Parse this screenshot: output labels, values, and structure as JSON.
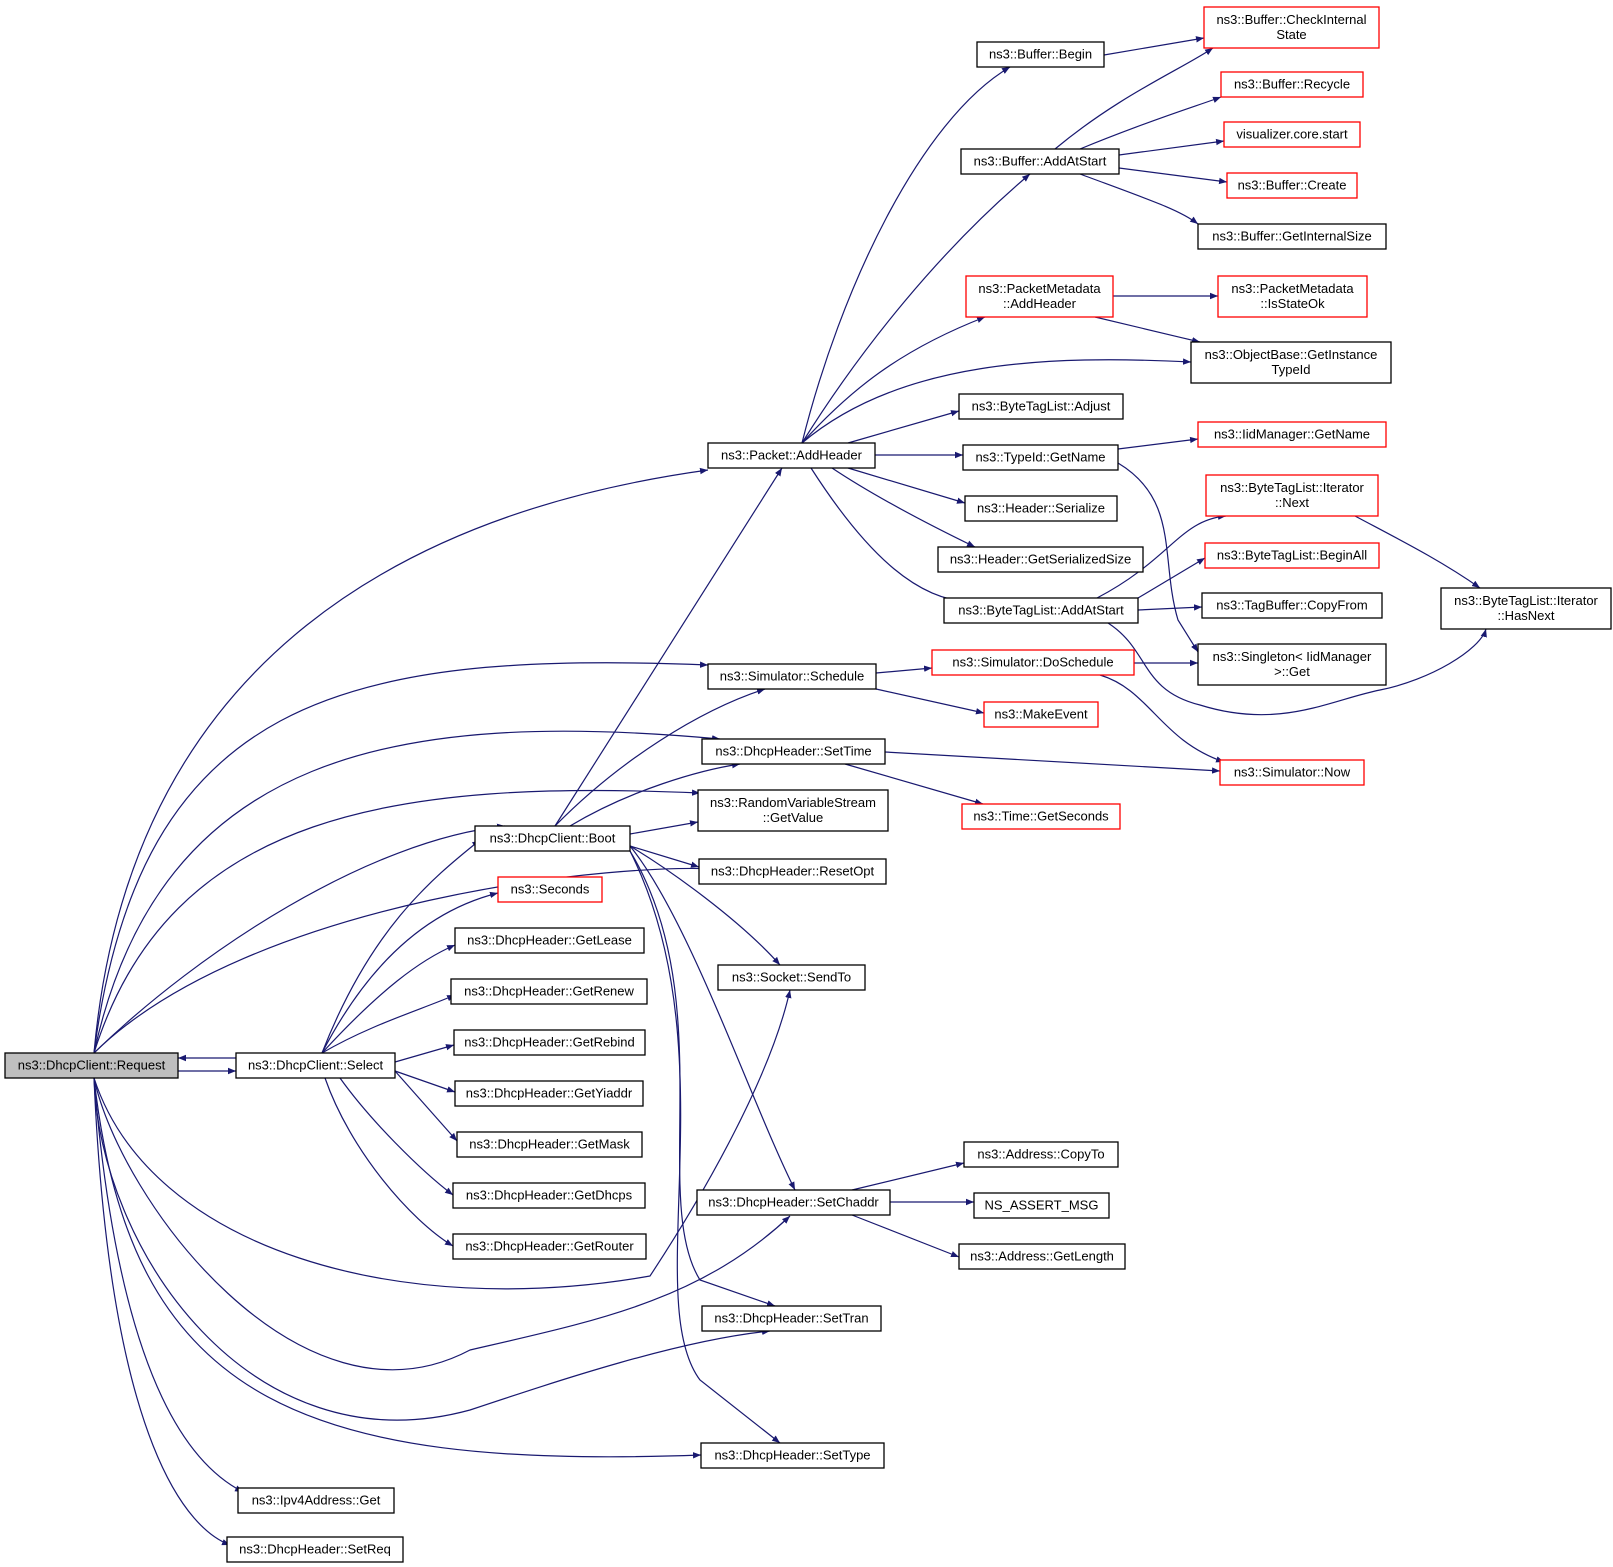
{
  "colors": {
    "edge": "#191970",
    "node_border": "#000000",
    "node_border_red": "#ff0000",
    "root_fill": "#bfbfbf",
    "node_fill": "#ffffff"
  },
  "nodes": [
    {
      "id": "request",
      "lines": [
        "ns3::DhcpClient::Request"
      ],
      "border": "black",
      "root": true
    },
    {
      "id": "select",
      "lines": [
        "ns3::DhcpClient::Select"
      ],
      "border": "black"
    },
    {
      "id": "ipv4get",
      "lines": [
        "ns3::Ipv4Address::Get"
      ],
      "border": "black"
    },
    {
      "id": "setreq",
      "lines": [
        "ns3::DhcpHeader::SetReq"
      ],
      "border": "black"
    },
    {
      "id": "boot",
      "lines": [
        "ns3::DhcpClient::Boot"
      ],
      "border": "black"
    },
    {
      "id": "seconds",
      "lines": [
        "ns3::Seconds"
      ],
      "border": "red"
    },
    {
      "id": "getlease",
      "lines": [
        "ns3::DhcpHeader::GetLease"
      ],
      "border": "black"
    },
    {
      "id": "getrenew",
      "lines": [
        "ns3::DhcpHeader::GetRenew"
      ],
      "border": "black"
    },
    {
      "id": "getrebind",
      "lines": [
        "ns3::DhcpHeader::GetRebind"
      ],
      "border": "black"
    },
    {
      "id": "getyiaddr",
      "lines": [
        "ns3::DhcpHeader::GetYiaddr"
      ],
      "border": "black"
    },
    {
      "id": "getmask",
      "lines": [
        "ns3::DhcpHeader::GetMask"
      ],
      "border": "black"
    },
    {
      "id": "getdhcps",
      "lines": [
        "ns3::DhcpHeader::GetDhcps"
      ],
      "border": "black"
    },
    {
      "id": "getrouter",
      "lines": [
        "ns3::DhcpHeader::GetRouter"
      ],
      "border": "black"
    },
    {
      "id": "addheader",
      "lines": [
        "ns3::Packet::AddHeader"
      ],
      "border": "black"
    },
    {
      "id": "schedule",
      "lines": [
        "ns3::Simulator::Schedule"
      ],
      "border": "black"
    },
    {
      "id": "settime",
      "lines": [
        "ns3::DhcpHeader::SetTime"
      ],
      "border": "black"
    },
    {
      "id": "getvalue",
      "lines": [
        "ns3::RandomVariableStream",
        "::GetValue"
      ],
      "border": "black"
    },
    {
      "id": "resetopt",
      "lines": [
        "ns3::DhcpHeader::ResetOpt"
      ],
      "border": "black"
    },
    {
      "id": "sendto",
      "lines": [
        "ns3::Socket::SendTo"
      ],
      "border": "black"
    },
    {
      "id": "setchaddr",
      "lines": [
        "ns3::DhcpHeader::SetChaddr"
      ],
      "border": "black"
    },
    {
      "id": "settran",
      "lines": [
        "ns3::DhcpHeader::SetTran"
      ],
      "border": "black"
    },
    {
      "id": "settype",
      "lines": [
        "ns3::DhcpHeader::SetType"
      ],
      "border": "black"
    },
    {
      "id": "bufbegin",
      "lines": [
        "ns3::Buffer::Begin"
      ],
      "border": "black"
    },
    {
      "id": "addatstart",
      "lines": [
        "ns3::Buffer::AddAtStart"
      ],
      "border": "black"
    },
    {
      "id": "pmaddheader",
      "lines": [
        "ns3::PacketMetadata",
        "::AddHeader"
      ],
      "border": "red"
    },
    {
      "id": "btladjust",
      "lines": [
        "ns3::ByteTagList::Adjust"
      ],
      "border": "black"
    },
    {
      "id": "typeidgetname",
      "lines": [
        "ns3::TypeId::GetName"
      ],
      "border": "black"
    },
    {
      "id": "hdrserialize",
      "lines": [
        "ns3::Header::Serialize"
      ],
      "border": "black"
    },
    {
      "id": "hdrgetsize",
      "lines": [
        "ns3::Header::GetSerializedSize"
      ],
      "border": "black"
    },
    {
      "id": "btladdatstart",
      "lines": [
        "ns3::ByteTagList::AddAtStart"
      ],
      "border": "black"
    },
    {
      "id": "doschedule",
      "lines": [
        "ns3::Simulator::DoSchedule"
      ],
      "border": "red"
    },
    {
      "id": "makeevent",
      "lines": [
        "ns3::MakeEvent"
      ],
      "border": "red"
    },
    {
      "id": "getseconds",
      "lines": [
        "ns3::Time::GetSeconds"
      ],
      "border": "red"
    },
    {
      "id": "copyto",
      "lines": [
        "ns3::Address::CopyTo"
      ],
      "border": "black"
    },
    {
      "id": "nsassert",
      "lines": [
        "NS_ASSERT_MSG"
      ],
      "border": "black"
    },
    {
      "id": "getlength",
      "lines": [
        "ns3::Address::GetLength"
      ],
      "border": "black"
    },
    {
      "id": "checkinternal",
      "lines": [
        "ns3::Buffer::CheckInternal",
        "State"
      ],
      "border": "red"
    },
    {
      "id": "recycle",
      "lines": [
        "ns3::Buffer::Recycle"
      ],
      "border": "red"
    },
    {
      "id": "vizstart",
      "lines": [
        "visualizer.core.start"
      ],
      "border": "red"
    },
    {
      "id": "bufcreate",
      "lines": [
        "ns3::Buffer::Create"
      ],
      "border": "red"
    },
    {
      "id": "getinternalsize",
      "lines": [
        "ns3::Buffer::GetInternalSize"
      ],
      "border": "black"
    },
    {
      "id": "pmisstateok",
      "lines": [
        "ns3::PacketMetadata",
        "::IsStateOk"
      ],
      "border": "red"
    },
    {
      "id": "getinstancetypeid",
      "lines": [
        "ns3::ObjectBase::GetInstance",
        "TypeId"
      ],
      "border": "black"
    },
    {
      "id": "iidgetname",
      "lines": [
        "ns3::IidManager::GetName"
      ],
      "border": "red"
    },
    {
      "id": "iternext",
      "lines": [
        "ns3::ByteTagList::Iterator",
        "::Next"
      ],
      "border": "red"
    },
    {
      "id": "beginall",
      "lines": [
        "ns3::ByteTagList::BeginAll"
      ],
      "border": "red"
    },
    {
      "id": "tagcopyfrom",
      "lines": [
        "ns3::TagBuffer::CopyFrom"
      ],
      "border": "black"
    },
    {
      "id": "singletonget",
      "lines": [
        "ns3::Singleton< IidManager",
        " >::Get"
      ],
      "border": "black"
    },
    {
      "id": "simnow",
      "lines": [
        "ns3::Simulator::Now"
      ],
      "border": "red"
    },
    {
      "id": "iterhasnext",
      "lines": [
        "ns3::ByteTagList::Iterator",
        "::HasNext"
      ],
      "border": "black"
    }
  ]
}
